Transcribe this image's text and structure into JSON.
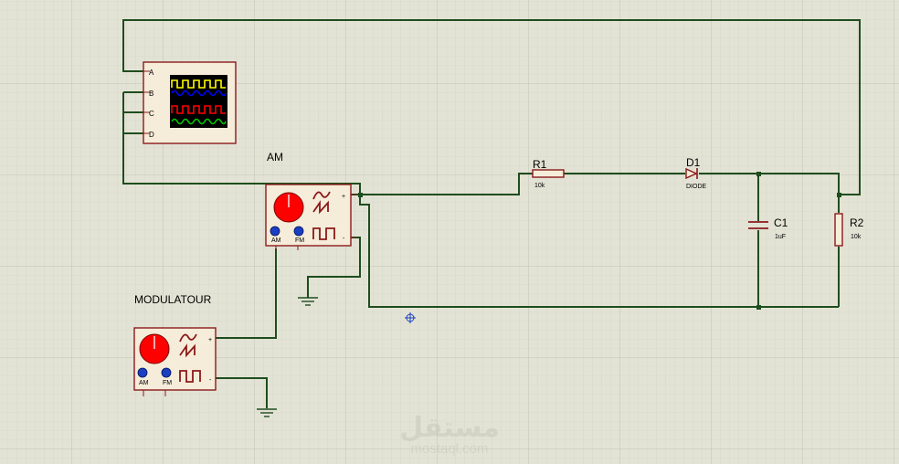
{
  "schematic": {
    "labels": {
      "am": "AM",
      "modulator": "MODULATOUR"
    },
    "oscilloscope": {
      "channels": [
        "A",
        "B",
        "C",
        "D"
      ],
      "trace_colors": [
        "#ffff00",
        "#0000ff",
        "#ff0000",
        "#00cc00"
      ]
    },
    "generator": {
      "plus": "+",
      "minus": "-",
      "knob_am": "AM",
      "knob_fm": "FM"
    },
    "components": {
      "r1": {
        "ref": "R1",
        "value": "10k"
      },
      "d1": {
        "ref": "D1",
        "value": "DIODE"
      },
      "c1": {
        "ref": "C1",
        "value": "1uF"
      },
      "r2": {
        "ref": "R2",
        "value": "10k"
      }
    },
    "watermark": {
      "arabic": "مستقل",
      "url": "mostaql.com"
    },
    "colors": {
      "wire": "#1e4d1e",
      "component": "#8b1a1a",
      "fill": "#f5ecd9",
      "grid_minor": "#d4d4c6",
      "grid_major": "#c2c2b4",
      "knob": "#ff0000",
      "knob_small": "#1a3fc0"
    }
  }
}
